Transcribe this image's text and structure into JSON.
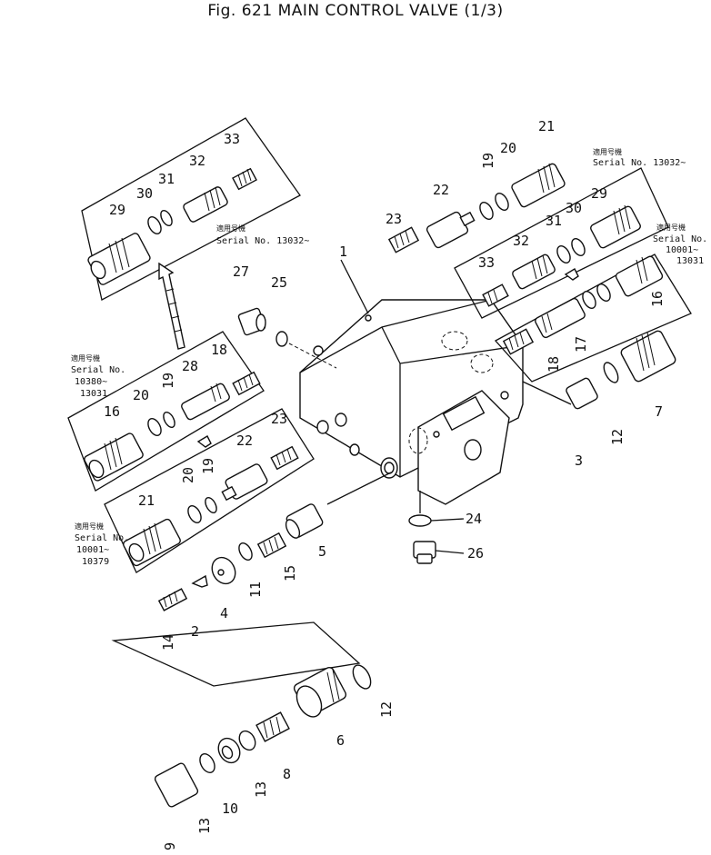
{
  "title": "Fig. 621 MAIN CONTROL VALVE (1/3)",
  "serial_notes": [
    {
      "jp": "適用号機",
      "line1": "Serial No. 13032~",
      "line2": ""
    },
    {
      "jp": "適用号機",
      "line1": "Serial No. 13032~",
      "line2": ""
    },
    {
      "jp": "適用号機",
      "line1": "Serial No.",
      "line2": "10380~",
      "line3": "13031"
    },
    {
      "jp": "適用号機",
      "line1": "Serial No.",
      "line2": "10001~",
      "line3": "13031"
    },
    {
      "jp": "適用号機",
      "line1": "Serial No.",
      "line2": "10001~",
      "line3": "10379"
    }
  ],
  "callouts": [
    "1",
    "2",
    "3",
    "4",
    "5",
    "6",
    "7",
    "8",
    "9",
    "10",
    "11",
    "12",
    "12",
    "13",
    "13",
    "14",
    "15",
    "16",
    "16",
    "17",
    "18",
    "18",
    "19",
    "19",
    "19",
    "20",
    "20",
    "20",
    "21",
    "21",
    "22",
    "22",
    "23",
    "23",
    "24",
    "25",
    "26",
    "27",
    "28",
    "29",
    "29",
    "30",
    "30",
    "31",
    "31",
    "32",
    "32",
    "33",
    "33"
  ]
}
